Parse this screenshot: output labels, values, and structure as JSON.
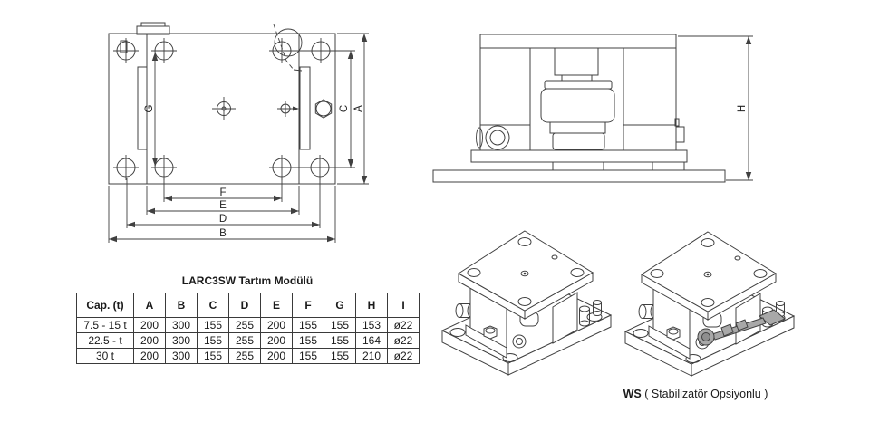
{
  "drawing": {
    "line_color": "#404040",
    "top_view": {
      "labels": {
        "A": "A",
        "B": "B",
        "C": "C",
        "D": "D",
        "E": "E",
        "F": "F",
        "G": "G"
      }
    },
    "side_view": {
      "labels": {
        "H": "H"
      }
    }
  },
  "table": {
    "title": "LARC3SW Tartım Modülü",
    "columns": [
      "Cap. (t)",
      "A",
      "B",
      "C",
      "D",
      "E",
      "F",
      "G",
      "H",
      "I"
    ],
    "rows": [
      [
        "7.5 - 15 t",
        "200",
        "300",
        "155",
        "255",
        "200",
        "155",
        "155",
        "153",
        "ø22"
      ],
      [
        "22.5 - t",
        "200",
        "300",
        "155",
        "255",
        "200",
        "155",
        "155",
        "164",
        "ø22"
      ],
      [
        "30 t",
        "200",
        "300",
        "155",
        "255",
        "200",
        "155",
        "155",
        "210",
        "ø22"
      ]
    ]
  },
  "isometric": {
    "ws_label": "WS",
    "ws_caption": "( Stabilizatör Opsiyonlu )",
    "stabilizer_color": "#a8a8a8"
  }
}
